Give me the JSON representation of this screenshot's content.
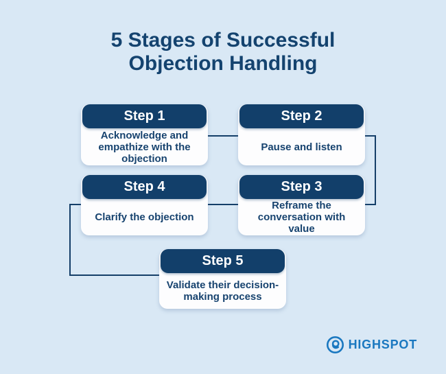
{
  "title_lines": [
    "5 Stages of Successful",
    "Objection Handling"
  ],
  "steps": [
    {
      "label": "Step 1",
      "lines": [
        "Acknowledge and",
        "empathize with the",
        "objection"
      ]
    },
    {
      "label": "Step 2",
      "lines": [
        "Pause and listen"
      ]
    },
    {
      "label": "Step 3",
      "lines": [
        "Reframe the",
        "conversation with value"
      ]
    },
    {
      "label": "Step 4",
      "lines": [
        "Clarify the objection"
      ]
    },
    {
      "label": "Step 5",
      "lines": [
        "Validate their decision-",
        "making process"
      ]
    }
  ],
  "connectors": [
    "step-1-to-step-2",
    "step-2-to-step-3",
    "step-3-to-step-4",
    "step-4-to-step-5"
  ],
  "logo": {
    "text": "HIGHSPOT",
    "icon": "highspot-spiral-icon"
  },
  "colors": {
    "background": "#d9e8f5",
    "header_navy": "#123f6a",
    "text_navy": "#17436f",
    "connector_navy": "#143e68",
    "card_white": "#fdfdfe",
    "logo_blue": "#1a78c0"
  }
}
